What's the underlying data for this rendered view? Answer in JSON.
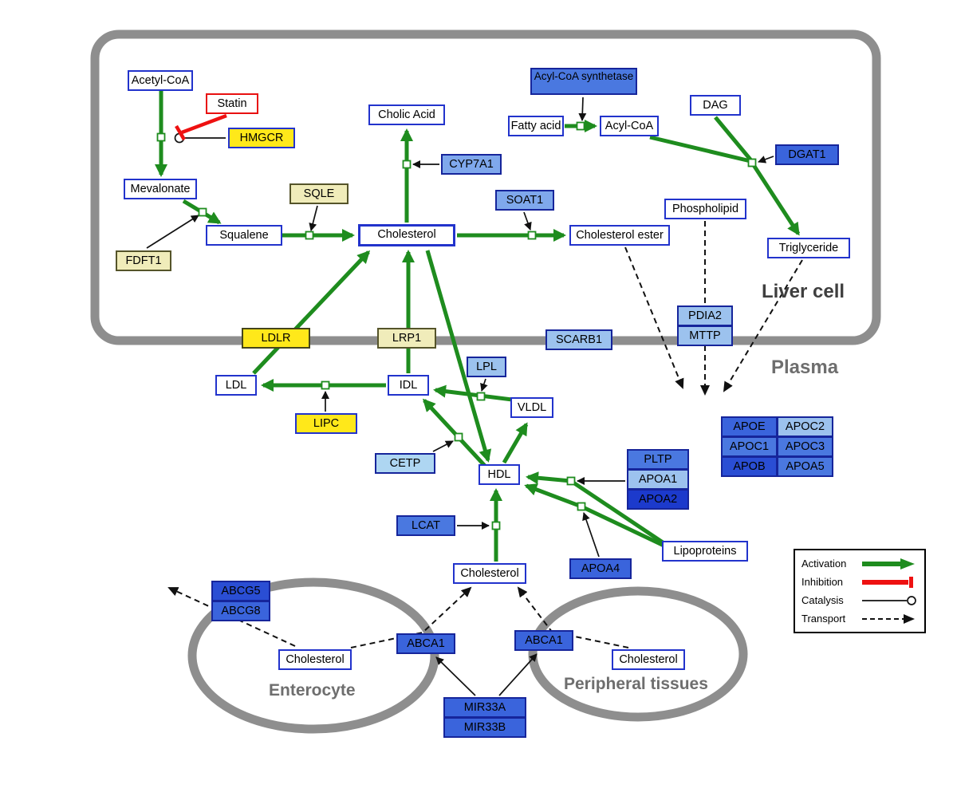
{
  "regions": {
    "liver": "Liver cell",
    "plasma": "Plasma",
    "enterocyte": "Enterocyte",
    "peripheral": "Peripheral tissues"
  },
  "nodes": {
    "acetyl_coa": "Acetyl-CoA",
    "statin": "Statin",
    "hmgcr": "HMGCR",
    "mevalonate": "Mevalonate",
    "fdft1": "FDFT1",
    "squalene": "Squalene",
    "sqle": "SQLE",
    "cholesterol_liver": "Cholesterol",
    "cholic_acid": "Cholic Acid",
    "cyp7a1": "CYP7A1",
    "soat1": "SOAT1",
    "cholesterol_ester": "Cholesterol ester",
    "acyl_coa_synthetase": "Acyl-CoA synthetase",
    "fatty_acid": "Fatty acid",
    "acyl_coa": "Acyl-CoA",
    "dag": "DAG",
    "dgat1": "DGAT1",
    "phospholipid": "Phospholipid",
    "triglyceride": "Triglyceride",
    "pdia2": "PDIA2",
    "mttp": "MTTP",
    "ldlr": "LDLR",
    "lrp1": "LRP1",
    "scarb1": "SCARB1",
    "ldl": "LDL",
    "idl": "IDL",
    "lpl": "LPL",
    "vldl": "VLDL",
    "lipc": "LIPC",
    "cetp": "CETP",
    "hdl": "HDL",
    "pltp": "PLTP",
    "apoa1": "APOA1",
    "apoa2": "APOA2",
    "apoe": "APOE",
    "apoc2": "APOC2",
    "apoc1": "APOC1",
    "apoc3": "APOC3",
    "apob": "APOB",
    "apoa5": "APOA5",
    "lcat": "LCAT",
    "apoa4": "APOA4",
    "lipoproteins": "Lipoproteins",
    "cholesterol_plasma": "Cholesterol",
    "abcg5": "ABCG5",
    "abcg8": "ABCG8",
    "cholesterol_enterocyte": "Cholesterol",
    "abca1_enterocyte": "ABCA1",
    "abca1_peripheral": "ABCA1",
    "cholesterol_peripheral": "Cholesterol",
    "mir33a": "MIR33A",
    "mir33b": "MIR33B"
  },
  "legend": {
    "activation": "Activation",
    "inhibition": "Inhibition",
    "catalysis": "Catalysis",
    "transport": "Transport"
  },
  "palette": {
    "activation_green": "#1e8c1e",
    "inhibition_red": "#ee1111",
    "membrane_gray": "#8e8e8e",
    "metabolite_border_blue": "#2233cc",
    "gene_border_blue": "#16259b",
    "gene_yellow": "#ffe81a",
    "gene_pale_yellow": "#f0ecba",
    "gene_blue_lightest": "#aed6f2",
    "gene_blue_light": "#9cc2ee",
    "gene_blue_mid_light": "#7fa8ec",
    "gene_blue_mid": "#4a78e0",
    "gene_blue": "#3a64dc",
    "gene_blue_dark": "#2a4ed4",
    "gene_blue_darkest": "#1c3acc"
  }
}
